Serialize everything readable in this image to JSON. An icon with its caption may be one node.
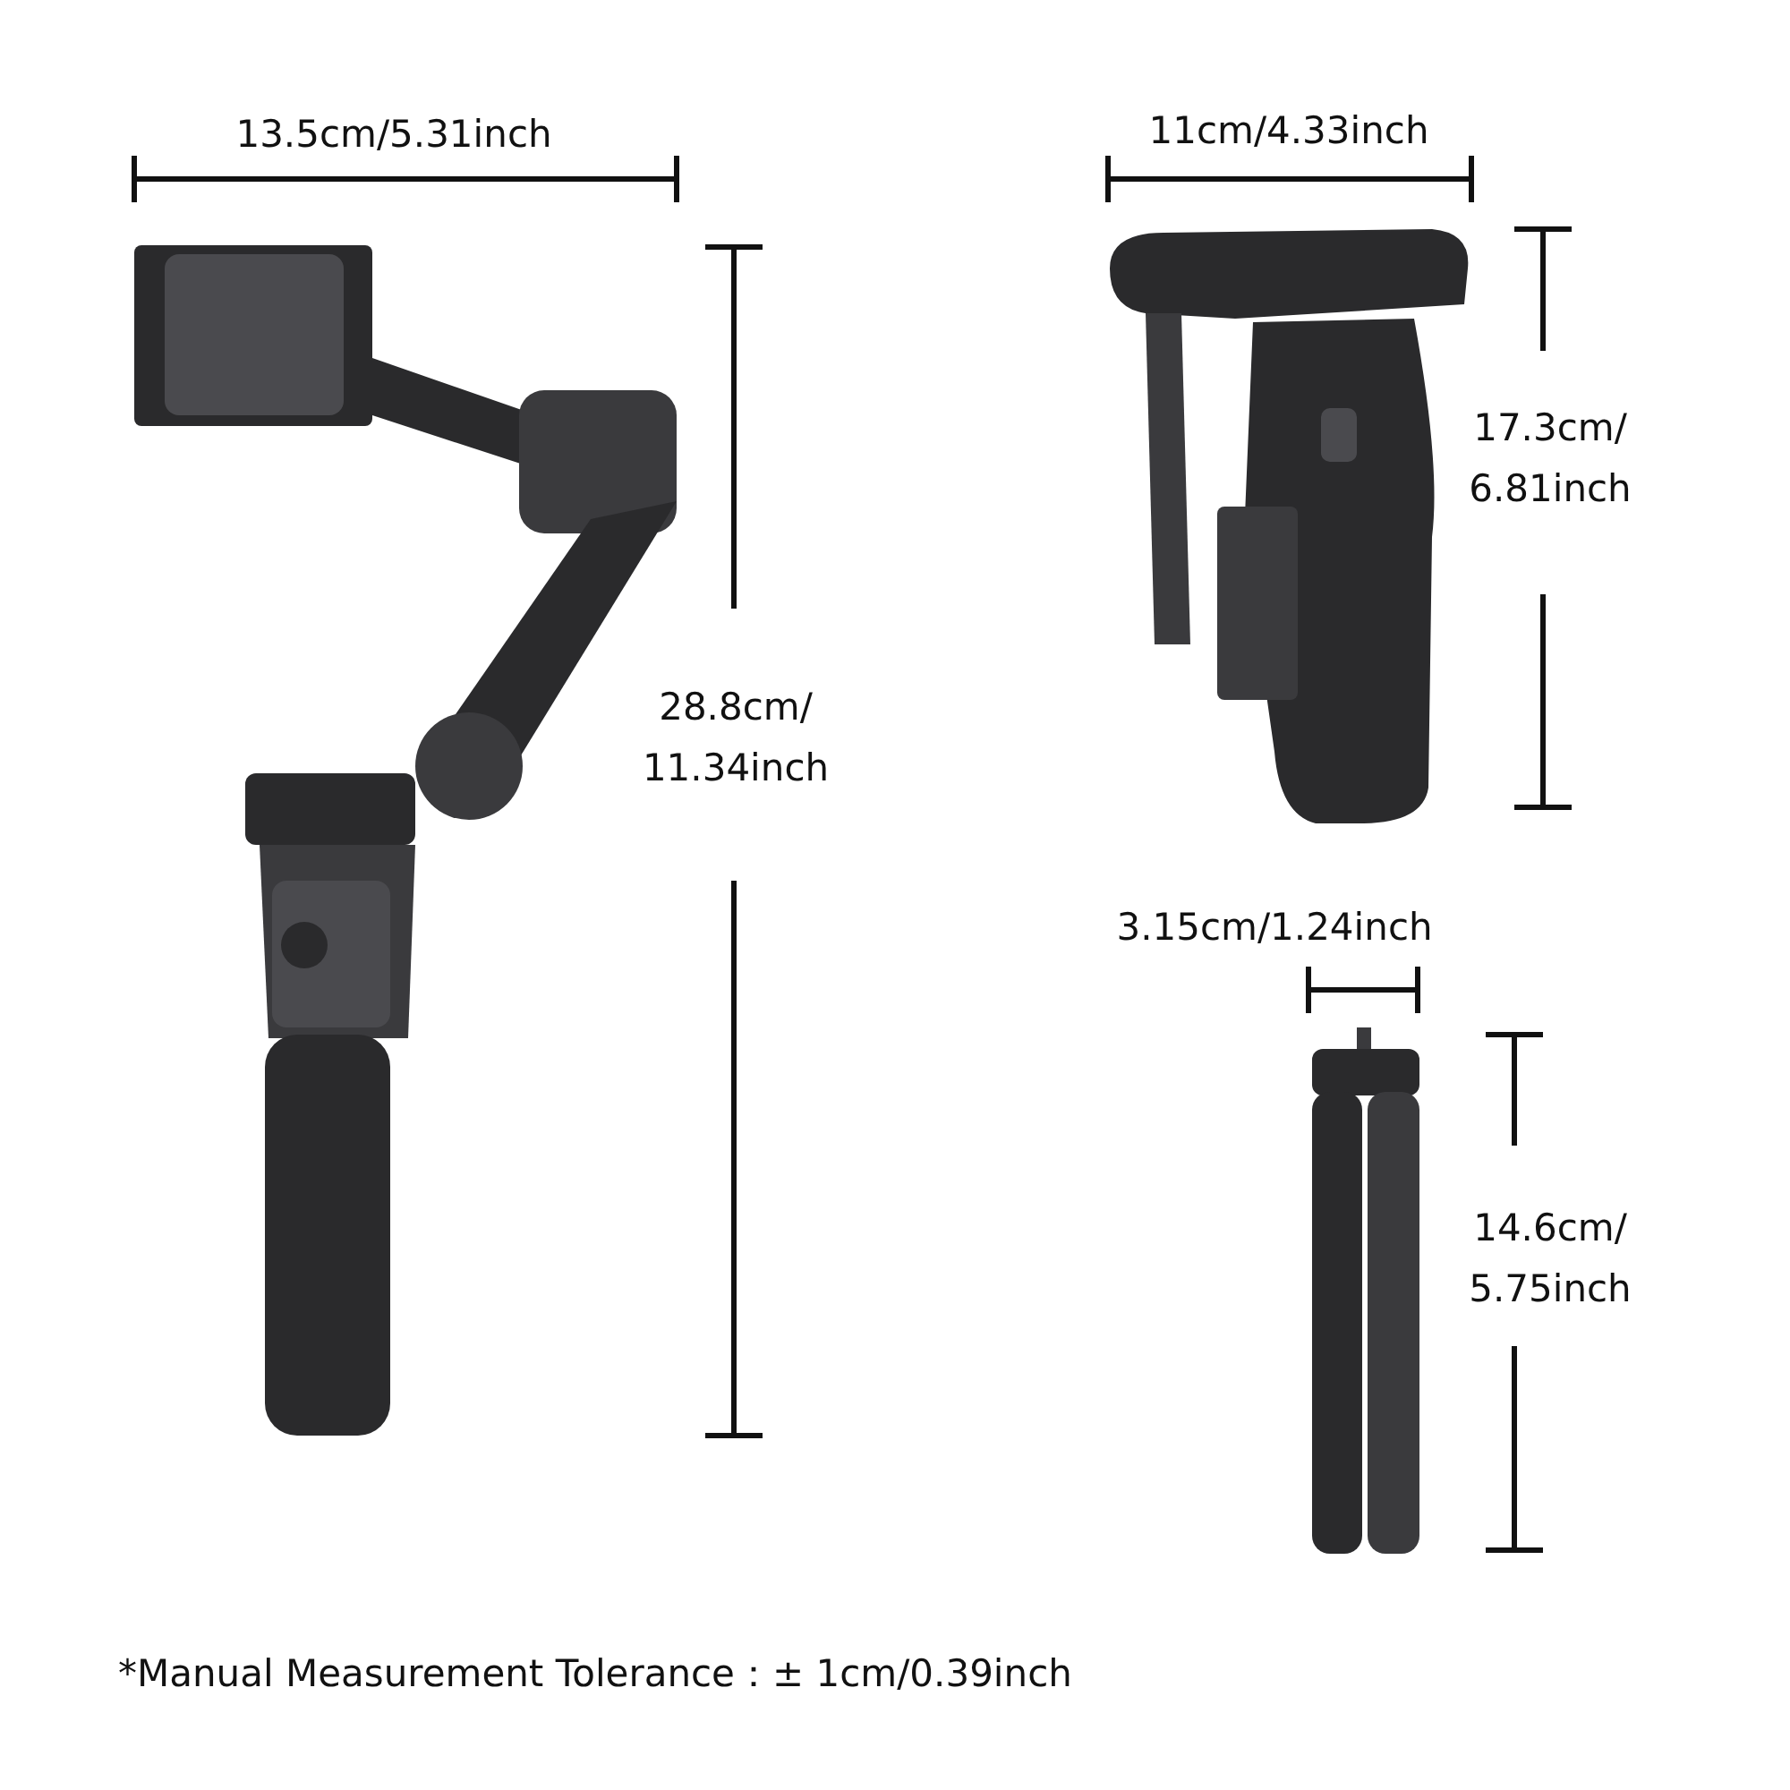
{
  "diagram": {
    "labels": [
      "13.5cm/5.31inch",
      "11cm/4.33inch",
      "17.3cm/ 6.81inch",
      "28.8cm/ 11.34inch",
      "3.15cm/1.24inch",
      "14.6cm/ 5.75inch",
      "*Manual Measurement Tolerance：± 1cm/0.39inch"
    ]
  }
}
